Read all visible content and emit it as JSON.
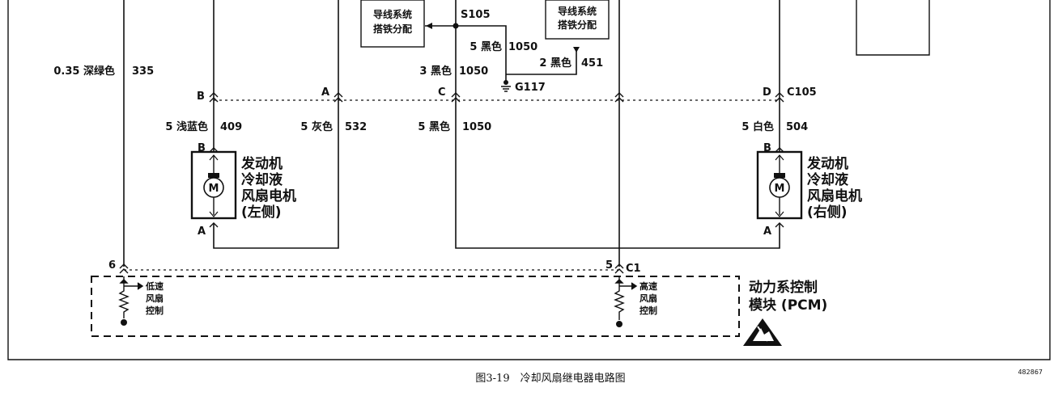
{
  "splice": {
    "id": "S105"
  },
  "ground": {
    "id": "G117"
  },
  "ground_dist_left": {
    "line1": "导线系统",
    "line2": "搭铁分配"
  },
  "ground_dist_right": {
    "line1": "导线系统",
    "line2": "搭铁分配"
  },
  "wires": {
    "w335": {
      "size_color": "0.35 深绿色",
      "circuit": "335"
    },
    "w1050_top": {
      "size_color": "5 黑色",
      "circuit": "1050"
    },
    "w1050_mid": {
      "size_color": "3 黑色",
      "circuit": "1050"
    },
    "w451": {
      "size_color": "2 黑色",
      "circuit": "451"
    },
    "w409": {
      "size_color": "5 浅蓝色",
      "circuit": "409"
    },
    "w532": {
      "size_color": "5 灰色",
      "circuit": "532"
    },
    "w1050_low": {
      "size_color": "5 黑色",
      "circuit": "1050"
    },
    "w504": {
      "size_color": "5 白色",
      "circuit": "504"
    }
  },
  "connector_c105": {
    "id": "C105",
    "pins": {
      "b": "B",
      "a": "A",
      "c": "C",
      "d": "D"
    }
  },
  "motor_left": {
    "line1": "发动机",
    "line2": "冷却液",
    "line3": "风扇电机",
    "line4": "(左侧)",
    "pin_top": "B",
    "pin_bottom": "A",
    "symbol": "M"
  },
  "motor_right": {
    "line1": "发动机",
    "line2": "冷却液",
    "line3": "风扇电机",
    "line4": "(右侧)",
    "pin_top": "B",
    "pin_bottom": "A",
    "symbol": "M"
  },
  "connector_c1": {
    "id": "C1",
    "pin_low": "6",
    "pin_high": "5"
  },
  "pcm": {
    "line1": "动力系控制",
    "line2": "模块 (PCM)",
    "low_speed": {
      "line1": "低速",
      "line2": "风扇",
      "line3": "控制"
    },
    "high_speed": {
      "line1": "高速",
      "line2": "风扇",
      "line3": "控制"
    }
  },
  "caption": "图3-19　冷却风扇继电器电路图",
  "figure_number": "482867",
  "icons": [
    "motor-icon",
    "ground-icon",
    "esd-warning-icon",
    "resistor-icon"
  ]
}
